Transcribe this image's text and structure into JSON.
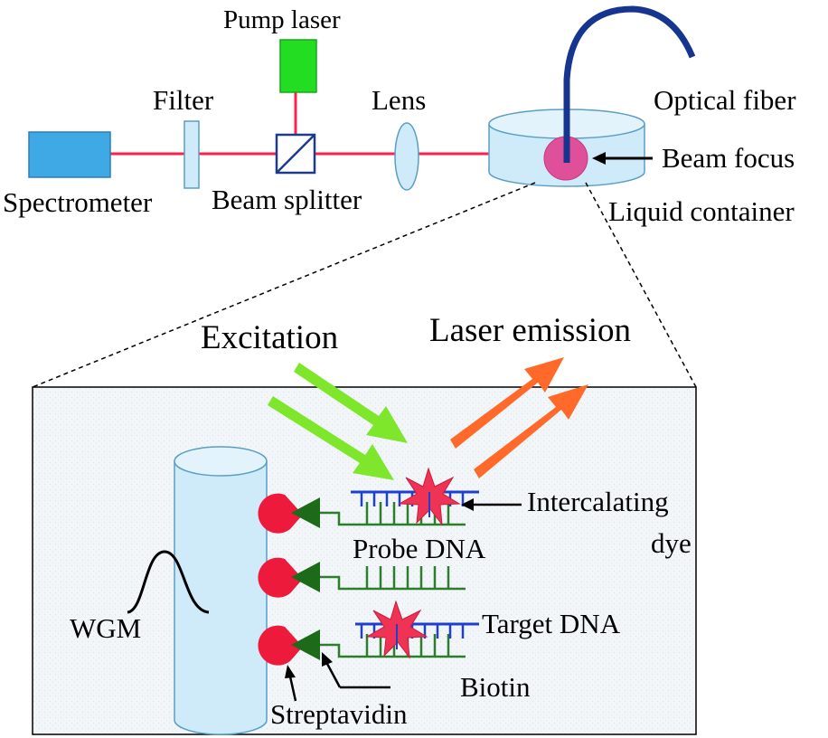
{
  "labels": {
    "pump_laser": "Pump laser",
    "filter": "Filter",
    "lens": "Lens",
    "optical_fiber": "Optical fiber",
    "beam_focus": "Beam focus",
    "spectrometer": "Spectrometer",
    "beam_splitter": "Beam splitter",
    "liquid_container": "Liquid container",
    "excitation": "Excitation",
    "laser_emission": "Laser emission",
    "intercalating_line1": "Intercalating",
    "intercalating_line2": "dye",
    "probe_dna": "Probe DNA",
    "target_dna": "Target DNA",
    "wgm": "WGM",
    "biotin": "Biotin",
    "streptavidin": "Streptavidin"
  },
  "colors": {
    "beam": "#ff1f4b",
    "pump_laser": "#22dd22",
    "spectrometer": "#3fa9e6",
    "optic_fill": "#cfeaf8",
    "focus_spot": "#e0509a",
    "fiber": "#16358f",
    "excitation_arrow": "#7ee62b",
    "emission_arrow": "#ff6a2a",
    "streptavidin": "#ee1a3c",
    "biotin": "#1d6b1a",
    "probe_strand": "#2d7d2d",
    "target_strand": "#1f3fcf",
    "dye": "#ee3355"
  }
}
